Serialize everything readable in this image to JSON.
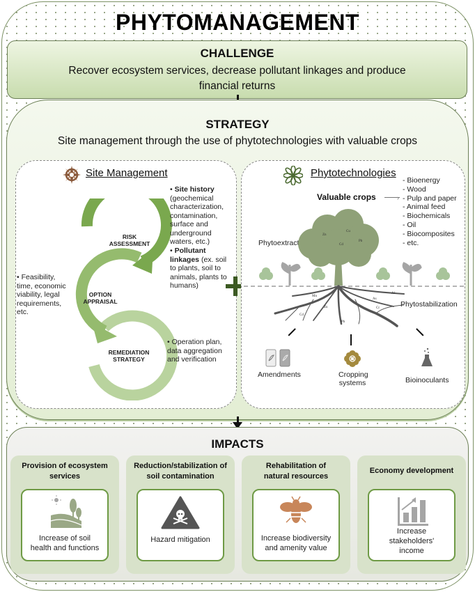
{
  "title": "PHYTOMANAGEMENT",
  "challenge": {
    "heading": "CHALLENGE",
    "text": "Recover ecosystem services, decrease pollutant linkages and produce financial returns"
  },
  "strategy": {
    "heading": "STRATEGY",
    "text": "Site management through the use of phytotechnologies with valuable crops"
  },
  "site_management": {
    "title": "Site Management",
    "icon": "compass-rose-icon",
    "cycle": [
      {
        "label_l1": "RISK",
        "label_l2": "ASSESSMENT"
      },
      {
        "label_l1": "OPTION",
        "label_l2": "APPRAISAL"
      },
      {
        "label_l1": "REMEDIATION",
        "label_l2": "STRATEGY"
      }
    ],
    "notes": {
      "site_history_bold": "Site history",
      "site_history_text": "(geochemical characterization, contamination, surface and underground waters, etc.)",
      "pollutant_bold": "Pollutant linkages",
      "pollutant_text": "(ex. soil to plants, soil to animals, plants to humans)",
      "feasibility": "Feasibility, time, economic viability, legal requirements, etc.",
      "operation": "Operation plan, data aggregation and verification"
    },
    "colors": {
      "ring1": "#7aa84e",
      "ring2": "#95bb6e",
      "ring3": "#b9d39e"
    }
  },
  "phytotechnologies": {
    "title": "Phytotechnologies",
    "icon": "flower-icon",
    "valuable_crops_label": "Valuable crops",
    "crops": [
      "- Bioenergy",
      "- Wood",
      "- Pulp and paper",
      "- Animal feed",
      "- Biochemicals",
      "- Oil",
      "- Biocomposites",
      "- etc."
    ],
    "phytoextraction": "Phytoextraction",
    "phytostabilization": "Phytostabilization",
    "canopy_elements": [
      "Zn",
      "Cu",
      "Cd",
      "Pb"
    ],
    "root_elements": [
      "Mn",
      "Al",
      "As",
      "Cr",
      "Zn",
      "Cd",
      "Pb"
    ],
    "inputs": [
      {
        "label": "Amendments",
        "icon": "fertilizer-bags-icon"
      },
      {
        "label_l1": "Cropping",
        "label_l2": "systems",
        "icon": "cropping-flower-icon"
      },
      {
        "label": "Bioinoculants",
        "icon": "flask-icon"
      }
    ],
    "colors": {
      "tree": "#8fa178",
      "roots": "#555555",
      "plants": "#a8c49a",
      "sprouts": "#a5a5a5"
    }
  },
  "impacts": {
    "heading": "IMPACTS",
    "items": [
      {
        "title_l1": "Provision of ecosystem",
        "title_l2": "services",
        "box_l1": "Increase of soil",
        "box_l2": "health and functions",
        "icon": "landscape-trees-icon"
      },
      {
        "title_l1": "Reduction/stabilization of",
        "title_l2": "soil contamination",
        "box_l1": "Hazard mitigation",
        "box_l2": "",
        "icon": "skull-warning-icon"
      },
      {
        "title_l1": "Rehabilitation of",
        "title_l2": "natural resources",
        "box_l1": "Increase biodiversity",
        "box_l2": "and amenity value",
        "icon": "bee-icon"
      },
      {
        "title_l1": "Economy development",
        "title_l2": "",
        "box_l1": "Increase",
        "box_l2": "stakeholders'",
        "box_l3": "income",
        "icon": "growth-chart-icon"
      }
    ]
  }
}
